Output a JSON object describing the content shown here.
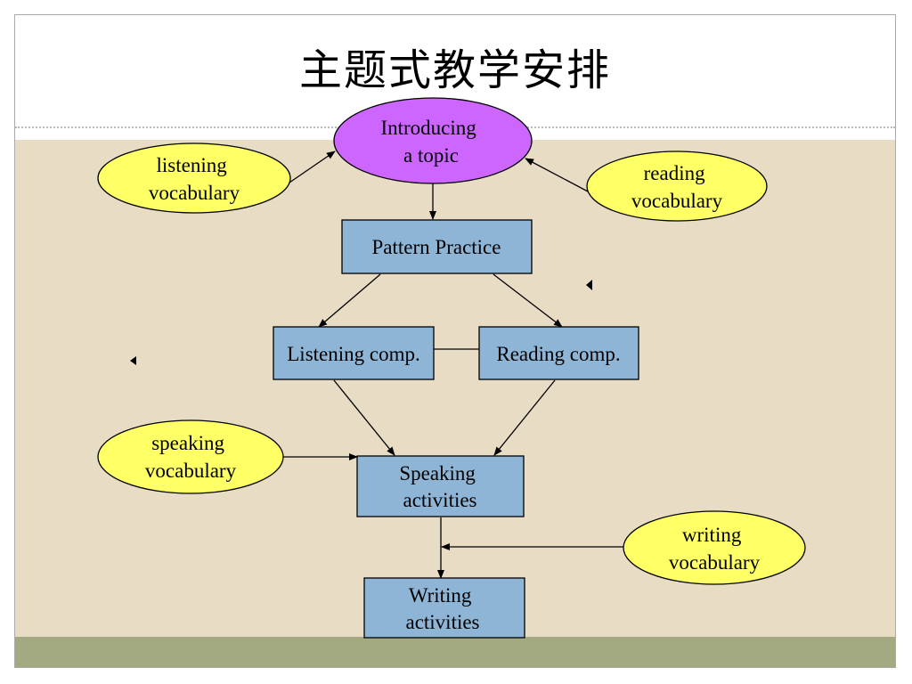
{
  "slide": {
    "title": "主题式教学安排"
  },
  "diagram": {
    "colors": {
      "topic_fill": "#cc66ff",
      "vocab_fill": "#ffff66",
      "box_fill": "#8eb4d6",
      "content_bg": "#e9dcc4",
      "footer_band": "#a3a981"
    },
    "nodes": {
      "introducing_topic": [
        "Introducing",
        "a topic"
      ],
      "listening_vocabulary": [
        "listening",
        "vocabulary"
      ],
      "reading_vocabulary": [
        "reading",
        "vocabulary"
      ],
      "pattern_practice": [
        "Pattern Practice"
      ],
      "listening_comp": [
        "Listening comp."
      ],
      "reading_comp": [
        "Reading comp."
      ],
      "speaking_vocabulary": [
        "speaking",
        "vocabulary"
      ],
      "speaking_activities": [
        "Speaking",
        "activities"
      ],
      "writing_vocabulary": [
        "writing",
        "vocabulary"
      ],
      "writing_activities": [
        "Writing",
        "activities"
      ]
    }
  }
}
